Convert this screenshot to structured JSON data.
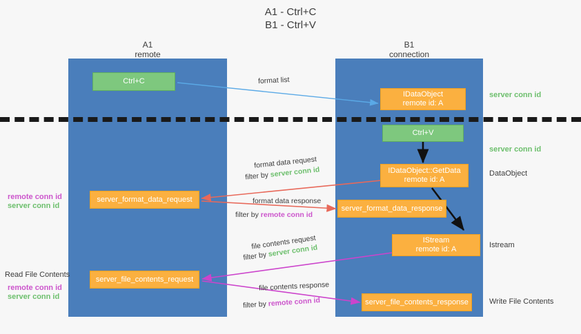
{
  "title": {
    "line1": "A1 - Ctrl+C",
    "line2": "B1 - Ctrl+V"
  },
  "columns": [
    {
      "name": "A1",
      "sub": "remote"
    },
    {
      "name": "B1",
      "sub": "connection"
    }
  ],
  "nodes": {
    "ctrl_c": "Ctrl+C",
    "ctrl_v": "Ctrl+V",
    "idataobject_title": "IDataObject",
    "idataobject_sub": "remote id: A",
    "getdata_title": "IDataObject::GetData",
    "getdata_sub": "remote id: A",
    "istream_title": "IStream",
    "istream_sub": "remote id: A",
    "server_format_data_request": "server_format_data_request",
    "server_format_data_response": "server_format_data_response",
    "server_file_contents_request": "server_file_contents_request",
    "server_file_contents_response": "server_file_contents_response"
  },
  "edges": {
    "format_list": "format list",
    "format_data_request": "format data request",
    "format_data_response": "format data response",
    "file_contents_request": "file contents request",
    "file_contents_response": "file contents response",
    "filter_by": "filter by"
  },
  "annotations": {
    "server_conn_id": "server conn id",
    "remote_conn_id": "remote conn id",
    "read_file_contents": "Read File Contents",
    "write_file_contents": "Write File Contents",
    "dataobject": "DataObject",
    "istream": "Istream"
  },
  "colors": {
    "lane": "#4a7ebb",
    "green_box": "#7ec87e",
    "orange_box": "#fbb040",
    "server_conn_id": "#6dbf6d",
    "remote_conn_id": "#cc55cc",
    "arrow_blue": "#5aa9e6",
    "arrow_red": "#e8695a",
    "arrow_magenta": "#cc44cc",
    "arrow_black": "#000000",
    "background": "#f7f7f7"
  }
}
